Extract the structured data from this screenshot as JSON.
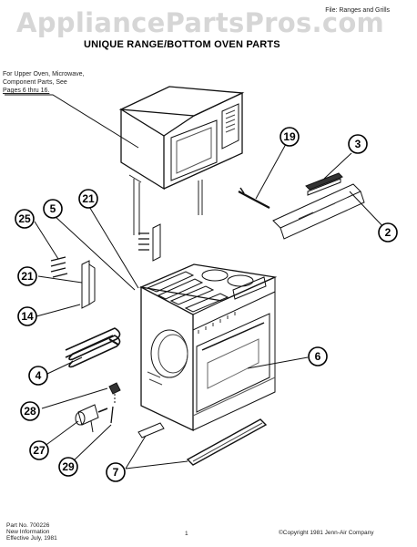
{
  "watermark": "AppliancePartsPros.com",
  "file_note": "File: Ranges and Grills",
  "title": "UNIQUE RANGE/BOTTOM OVEN PARTS",
  "side_note": [
    "For Upper Oven, Microwave,",
    "Component Parts, See",
    "Pages 6 thru 16."
  ],
  "callouts": [
    "19",
    "3",
    "21",
    "5",
    "25",
    "2",
    "21",
    "14",
    "6",
    "4",
    "28",
    "27",
    "7",
    "29"
  ],
  "footer_left": [
    "Part No. 700226",
    "New Information",
    "Effective July, 1981"
  ],
  "page_number": "1",
  "copyright": "©Copyright 1981 Jenn-Air Company"
}
